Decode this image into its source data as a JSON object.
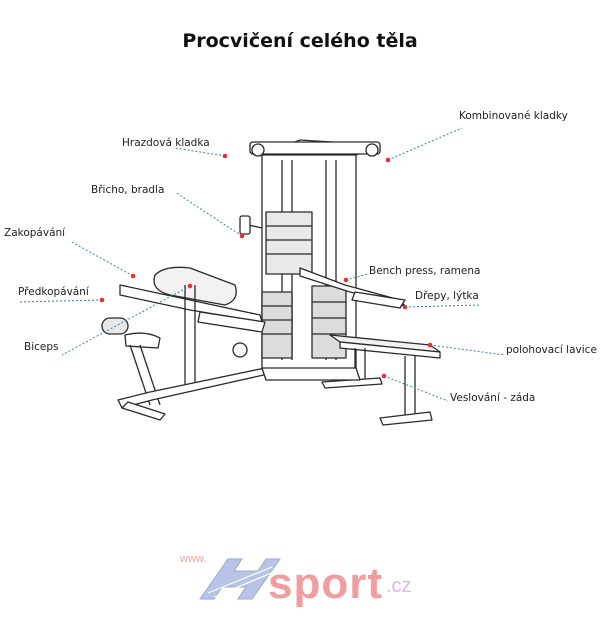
{
  "title": "Procvičení celého těla",
  "labels": {
    "kombinovane_kladky": "Kombinované kladky",
    "hrazdova_kladka": "Hrazdová kladka",
    "bricho_bradla": "Břicho, bradla",
    "zakopavani": "Zakopávání",
    "predkopavani": "Předkopávání",
    "biceps": "Biceps",
    "bench_press": "Bench press, ramena",
    "drepy_lytka": "Dřepy, lýtka",
    "polohovaci_lavice": "polohovací lavice",
    "veslovani_zada": "Veslování - záda"
  },
  "logo": {
    "prefix": "www.",
    "name": "sport",
    "suffix": ".cz"
  },
  "colors": {
    "marker": "#e0303a",
    "leader_line": "#3d7fa8",
    "logo_red": "#f29d9d",
    "logo_blue": "#b8c4e6"
  }
}
